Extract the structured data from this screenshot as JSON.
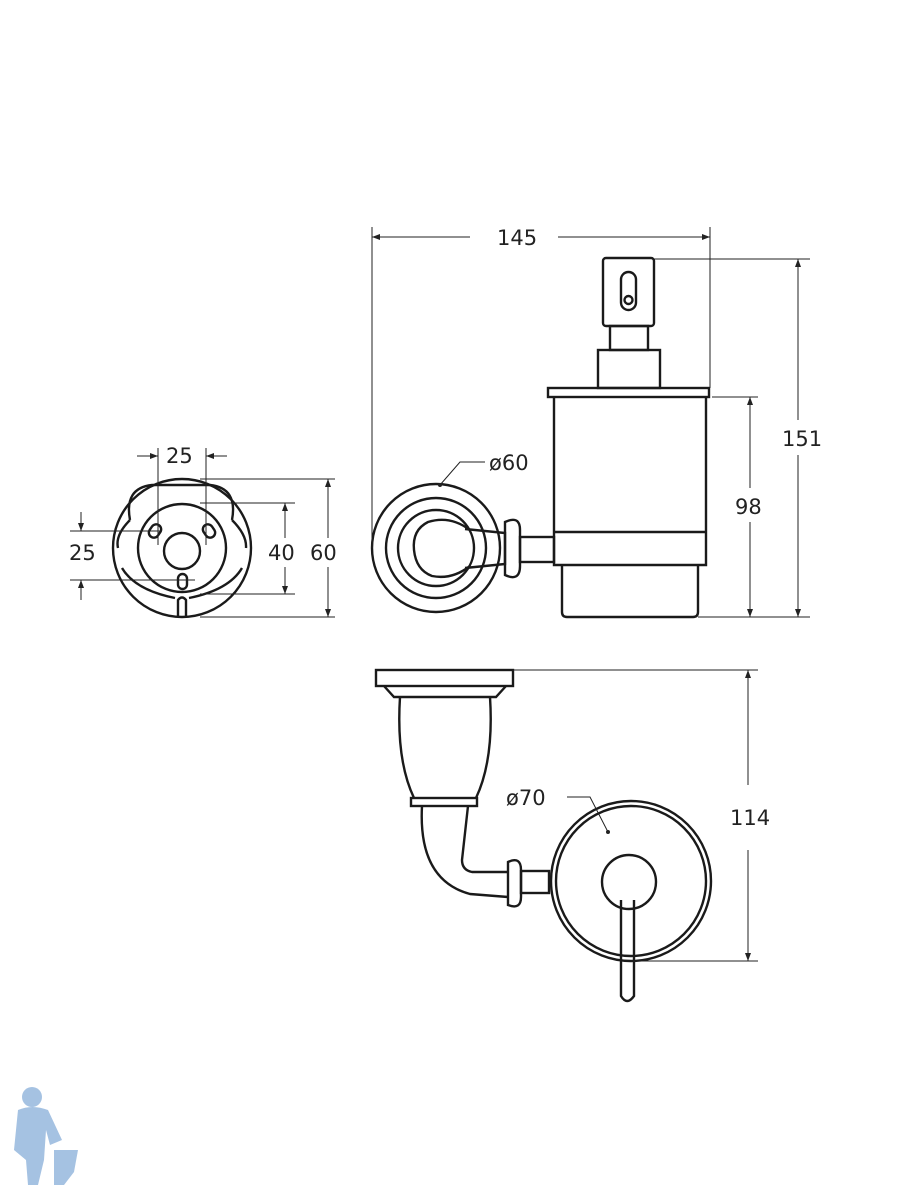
{
  "dimensions": {
    "mount_hole_spacing_horizontal": "25",
    "mount_hole_spacing_vertical": "25",
    "inner_plate_diameter": "40",
    "plate_outer_diameter": "60",
    "total_width": "145",
    "flange_diameter_side": "ø60",
    "container_height": "98",
    "total_height": "151",
    "flange_diameter_top": "ø70",
    "top_view_depth": "114"
  },
  "colors": {
    "line": "#1a1a1a",
    "logo": "#8fb3dc"
  }
}
